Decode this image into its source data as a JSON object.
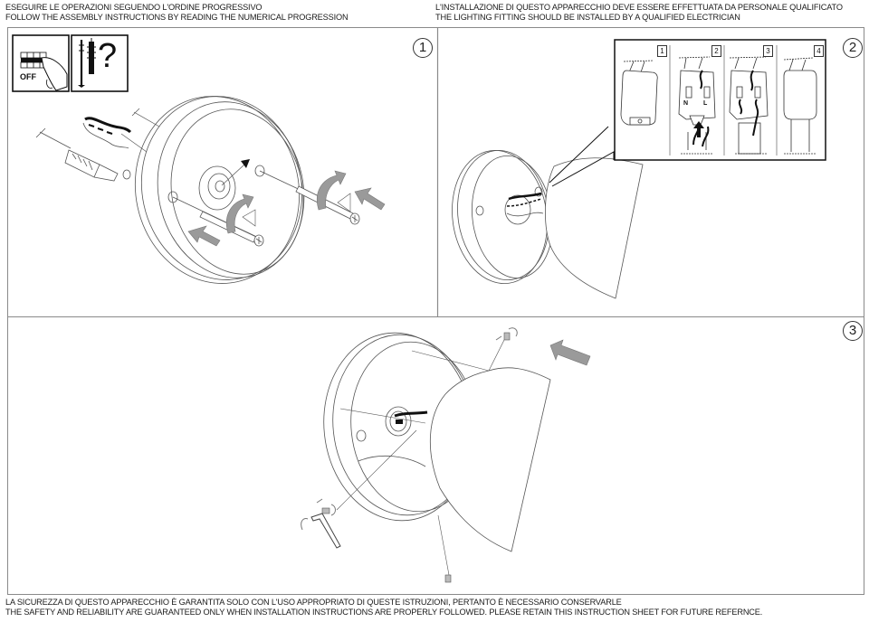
{
  "header": {
    "left": {
      "line1": "ESEGUIRE LE OPERAZIONI SEGUENDO L'ORDINE PROGRESSIVO",
      "line2": "FOLLOW THE ASSEMBLY INSTRUCTIONS BY READING THE NUMERICAL PROGRESSION"
    },
    "right": {
      "line1": "L'INSTALLAZIONE DI QUESTO APPARECCHIO DEVE ESSERE EFFETTUATA DA PERSONALE QUALIFICATO",
      "line2": "THE LIGHTING FITTING SHOULD BE INSTALLED BY A QUALIFIED ELECTRICIAN"
    }
  },
  "footer": {
    "line1": "LA SICUREZZA DI QUESTO APPARECCHIO È GARANTITA SOLO CON L'USO APPROPRIATO DI QUESTE ISTRUZIONI, PERTANTO È NECESSARIO CONSERVARLE",
    "line2": "THE SAFETY AND RELIABILITY ARE GUARANTEED ONLY WHEN INSTALLATION INSTRUCTIONS ARE PROPERLY FOLLOWED. PLEASE RETAIN THIS INSTRUCTION SHEET FOR FUTURE REFERNCE."
  },
  "steps": [
    {
      "number": "1",
      "description_icons": [
        "power-off-icon",
        "screw-and-wall-plug-icon"
      ]
    },
    {
      "number": "2",
      "callout_substeps": [
        "1",
        "2",
        "3",
        "4"
      ]
    },
    {
      "number": "3"
    }
  ],
  "pictograms": {
    "power_off_label": "OFF",
    "question_mark": "?"
  },
  "wiring": {
    "neutral_label": "N",
    "live_label": "L"
  },
  "colors": {
    "line": "#555555",
    "frame": "#8a8a8a",
    "arrow_fill": "#9a9a9a",
    "text": "#1a1a1a"
  }
}
